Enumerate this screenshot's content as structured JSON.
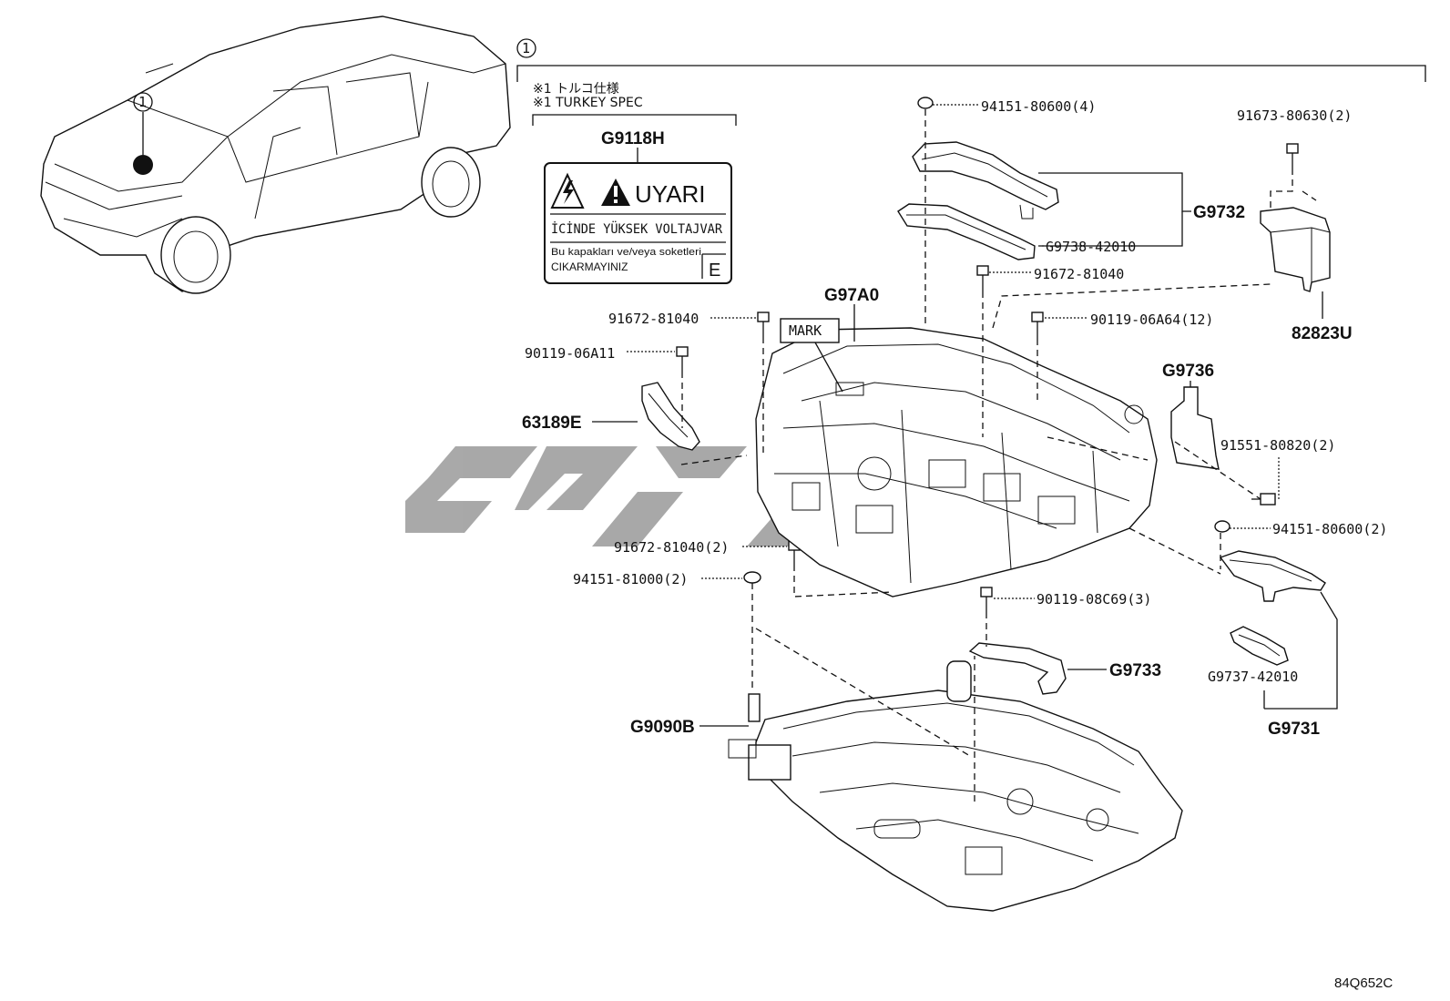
{
  "callout_number": "1",
  "note": {
    "line1": "※1 トルコ仕様",
    "line2": "※1 TURKEY SPEC"
  },
  "label_part": "G9118H",
  "warning_label": {
    "title": "UYARI",
    "line1": "İCİNDE YÜKSEK VOLTAJVAR",
    "line2": "Bu kapakları ve/veya soketleri",
    "line3": "CIKARMAYINIZ",
    "letter": "E"
  },
  "parts": {
    "p_94151_80600_4": "94151-80600(4)",
    "p_91673_80630_2": "91673-80630(2)",
    "p_G9732": "G9732",
    "p_G9738_42010": "G9738-42010",
    "p_91672_81040_top": "91672-81040",
    "p_82823U": "82823U",
    "p_G97A0": "G97A0",
    "p_mark": "MARK",
    "p_91672_81040_left": "91672-81040",
    "p_90119_06A64_12": "90119-06A64(12)",
    "p_90119_06A11": "90119-06A11",
    "p_G9736": "G9736",
    "p_63189E": "63189E",
    "p_91551_80820_2": "91551-80820(2)",
    "p_94151_80600_2": "94151-80600(2)",
    "p_91672_81040_2": "91672-81040(2)",
    "p_94151_81000_2": "94151-81000(2)",
    "p_90119_08C69_3": "90119-08C69(3)",
    "p_G9733": "G9733",
    "p_G9737_42010": "G9737-42010",
    "p_G9090B": "G9090B",
    "p_G9731": "G9731"
  },
  "diagram_code": "84Q652C",
  "colors": {
    "line": "#111111",
    "watermark": "#9a9a9a",
    "background": "#ffffff"
  }
}
